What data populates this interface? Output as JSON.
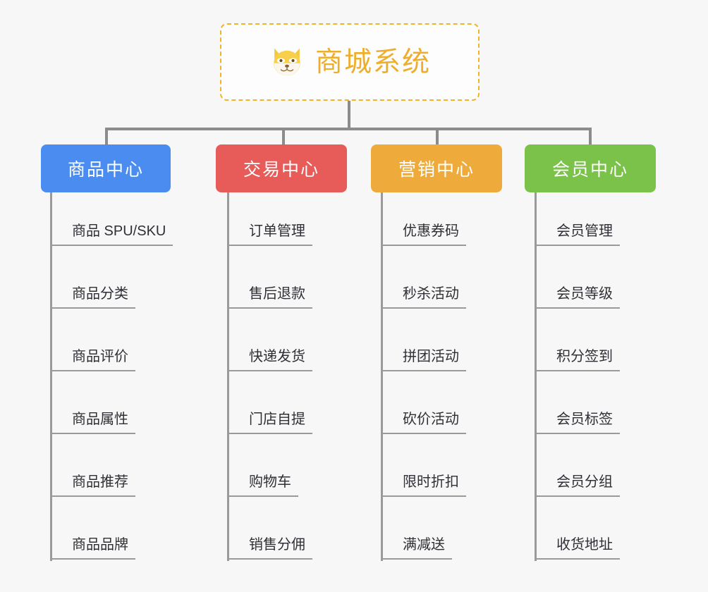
{
  "background_color": "#f7f7f7",
  "root": {
    "icon": "shiba-dog-face-emoji",
    "title": "商城系统",
    "title_color": "#eeae2d",
    "border_color": "#f0b429"
  },
  "connector_color": "#8c8c8c",
  "columns": [
    {
      "header": "商品中心",
      "color": "#4a8cf0",
      "items": [
        "商品 SPU/SKU",
        "商品分类",
        "商品评价",
        "商品属性",
        "商品推荐",
        "商品品牌"
      ]
    },
    {
      "header": "交易中心",
      "color": "#e75b58",
      "items": [
        "订单管理",
        "售后退款",
        "快递发货",
        "门店自提",
        "购物车",
        "销售分佣"
      ]
    },
    {
      "header": "营销中心",
      "color": "#eeab3b",
      "items": [
        "优惠券码",
        "秒杀活动",
        "拼团活动",
        "砍价活动",
        "限时折扣",
        "满减送"
      ]
    },
    {
      "header": "会员中心",
      "color": "#79c councils"
    }
  ]
}
